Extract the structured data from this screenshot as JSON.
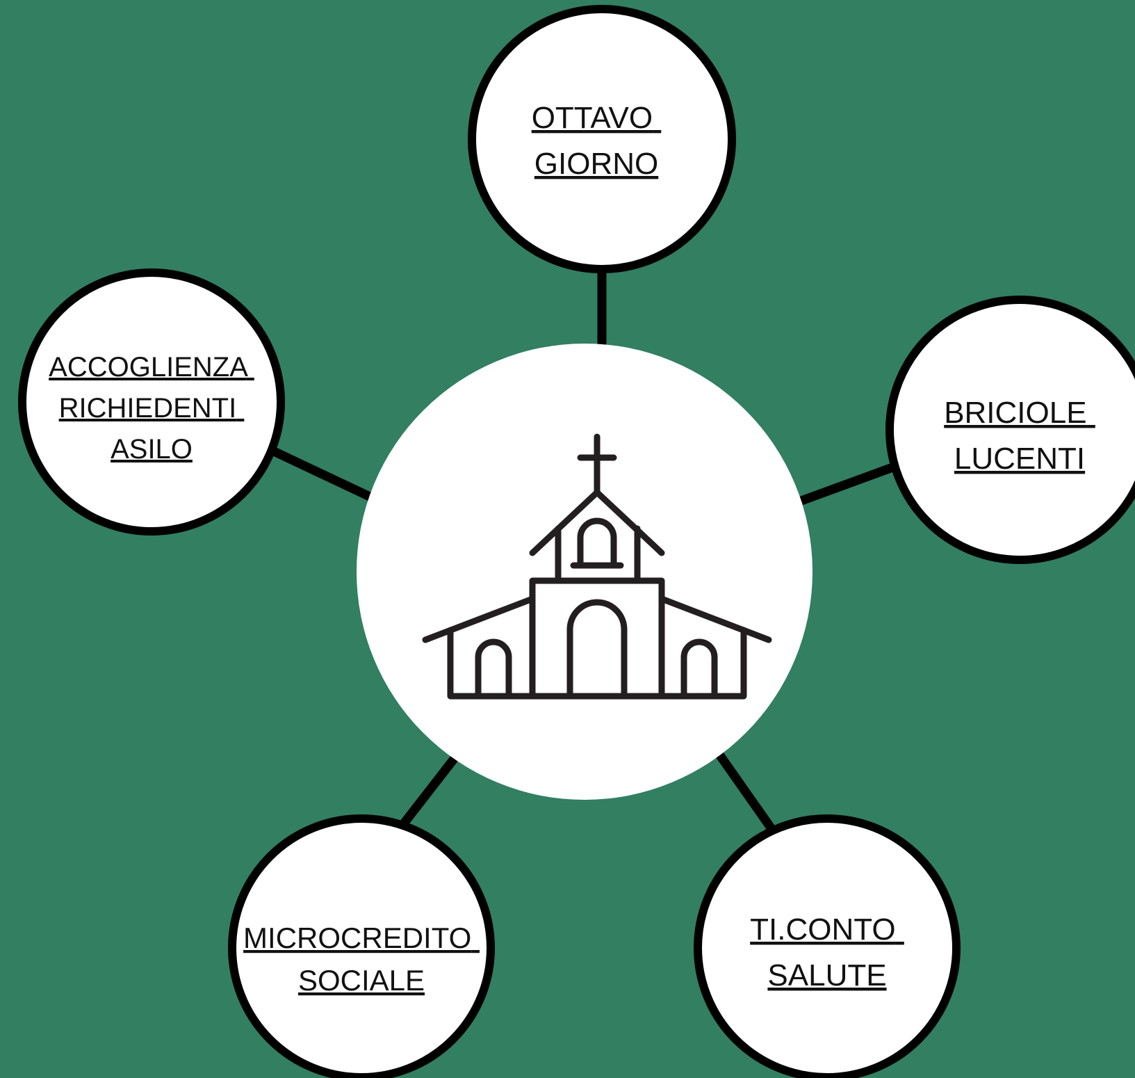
{
  "colors": {
    "background": "#327f62",
    "node_fill": "#ffffff",
    "node_stroke": "#000000",
    "connector": "#000000",
    "icon_stroke": "#231f20"
  },
  "center": {
    "icon": "church-icon"
  },
  "nodes": [
    {
      "id": "ottavo-giorno",
      "lines": [
        "OTTAVO",
        "GIORNO"
      ]
    },
    {
      "id": "briciole-lucenti",
      "lines": [
        "BRICIOLE",
        "LUCENTI"
      ]
    },
    {
      "id": "ti-conto-salute",
      "lines": [
        "TI.CONTO",
        "SALUTE"
      ]
    },
    {
      "id": "microcredito-sociale",
      "lines": [
        "MICROCREDITO",
        "SOCIALE"
      ]
    },
    {
      "id": "accoglienza-richiedenti-asilo",
      "lines": [
        "ACCOGLIENZA",
        "RICHIEDENTI",
        "ASILO"
      ]
    }
  ]
}
